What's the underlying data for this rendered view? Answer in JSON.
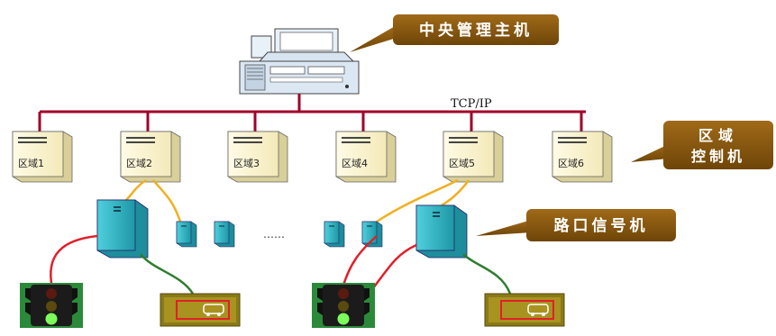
{
  "callouts": {
    "host": "中央管理主机",
    "zone_line1": "区域",
    "zone_line2": "控制机",
    "intersection": "路口信号机"
  },
  "network": {
    "protocol_label": "TCP/IP",
    "ellipsis": "……"
  },
  "zones": [
    {
      "label": "区域1"
    },
    {
      "label": "区域2"
    },
    {
      "label": "区域3"
    },
    {
      "label": "区域4"
    },
    {
      "label": "区域5"
    },
    {
      "label": "区域6"
    }
  ],
  "colors": {
    "network_line": "#a0002a",
    "callout_fill": "#8a5a10",
    "zone_box_front": "#fff8d6",
    "zone_box_side": "#e6dca8",
    "cabinet": "#33b7c4",
    "link_yellow": "#f0b020",
    "link_red": "#e0202a",
    "link_green": "#2f7d2f",
    "signal_bg": "#2a8a3a",
    "vehicle_bg": "#8a7a18"
  }
}
